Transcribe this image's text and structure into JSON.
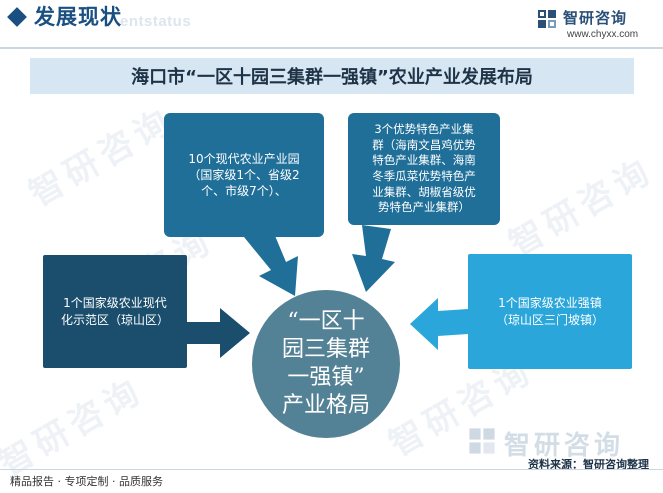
{
  "header": {
    "title": "发展现状",
    "title_en": "entstatus",
    "logo_name": "智研咨询",
    "logo_url": "www.chyxx.com"
  },
  "page_title": "海口市“一区十园三集群一强镇”农业产业发展布局",
  "diagram": {
    "center": {
      "lines": [
        "“一区十",
        "园三集群",
        "一强镇”",
        "产业格局"
      ]
    },
    "nodes": [
      {
        "id": "top-left",
        "lines": [
          "10个现代农业产业园",
          "（国家级1个、省级2",
          "个、市级7个）、"
        ]
      },
      {
        "id": "top-right",
        "lines": [
          "3个优势特色产业集",
          "群（海南文昌鸡优势",
          "特色产业集群、海南",
          "冬季瓜菜优势特色产",
          "业集群、胡椒省级优",
          "势特色产业集群）"
        ]
      },
      {
        "id": "left",
        "lines": [
          "1个国家级农业现代",
          "化示范区（琼山区）"
        ]
      },
      {
        "id": "right",
        "lines": [
          "1个国家级农业强镇",
          "（琼山区三门坡镇）"
        ]
      }
    ],
    "colors": {
      "top_boxes": "#1f6f99",
      "left_box": "#1a4e6c",
      "right_box": "#2aa6db",
      "center": "#538296"
    }
  },
  "watermark": "智研咨询",
  "bottom_logo": "智研咨询",
  "source": "资料来源：智研咨询整理",
  "footer": "精品报告 · 专项定制 · 品质服务"
}
